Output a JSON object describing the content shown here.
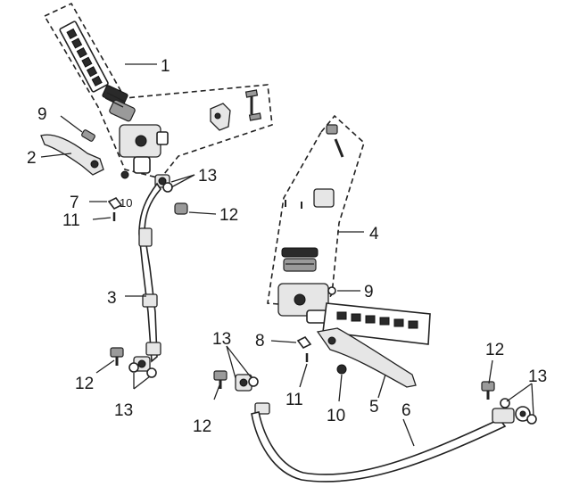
{
  "diagram": {
    "callouts": {
      "c1": "1",
      "c2": "2",
      "c3": "3",
      "c4": "4",
      "c5": "5",
      "c6": "6",
      "c7": "7",
      "c8": "8",
      "c9a": "9",
      "c9b": "9",
      "c10a": "10",
      "c10b": "10",
      "c11a": "11",
      "c11b": "11",
      "c12a": "12",
      "c12b": "12",
      "c12c": "12",
      "c12d": "12",
      "c13a": "13",
      "c13b": "13",
      "c13c": "13",
      "c13d": "13"
    }
  }
}
